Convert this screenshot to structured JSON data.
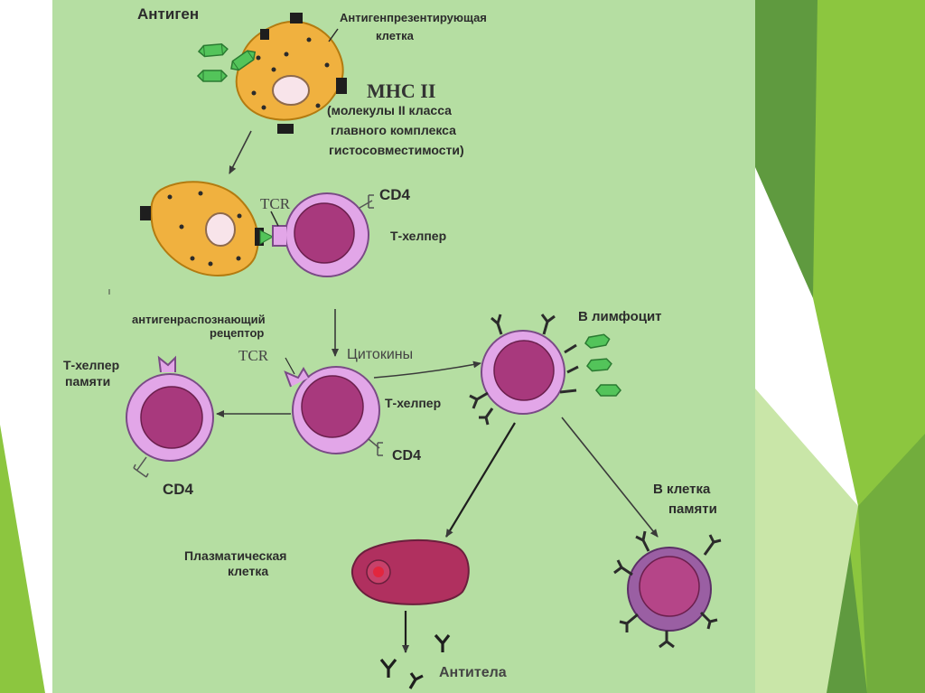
{
  "colors": {
    "panel_bg": "#b5dea2",
    "apc_fill": "#f0b13f",
    "cell_outer": "#e2a6e8",
    "cell_nucleus": "#a8397d",
    "plasma_cell": "#b0305f",
    "antigen_green": "#53c45a",
    "slide_green_dark": "#5f9a3f",
    "slide_green_light": "#8cc63f"
  },
  "labels": {
    "antigen": "Антиген",
    "apc_line1": "Антигенпрезентирующая",
    "apc_line2": "клетка",
    "mhc": "МНС II",
    "mhc_desc_1": "(молекулы II класса",
    "mhc_desc_2": "главного комплекса",
    "mhc_desc_3": "гистосовместимости)",
    "tcr_top": "TCR",
    "cd4_top": "CD4",
    "t_helper_top": "Т-хелпер",
    "receptor_line1": "антигенраспознающий",
    "receptor_line2": "рецептор",
    "tcr_mid": "TCR",
    "cytokines": "Цитокины",
    "t_helper_mid": "Т-хелпер",
    "cd4_mid": "CD4",
    "t_helper_memory_1": "Т-хелпер",
    "t_helper_memory_2": "памяти",
    "cd4_left": "CD4",
    "b_lymphocyte": "В лимфоцит",
    "plasma_1": "Плазматическая",
    "plasma_2": "клетка",
    "b_memory_1": "В клетка",
    "b_memory_2": "памяти",
    "antibodies": "Антитела"
  }
}
